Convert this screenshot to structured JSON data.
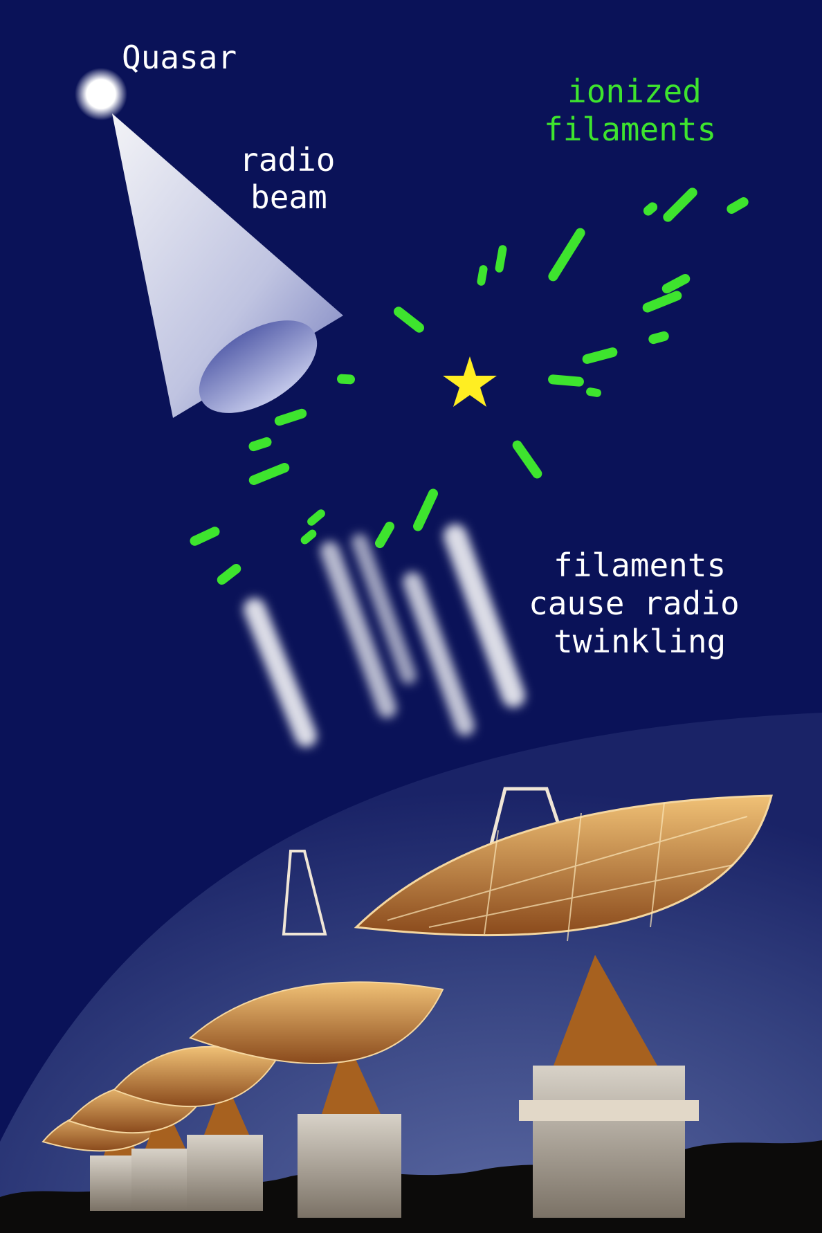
{
  "labels": {
    "quasar": "Quasar",
    "radio_beam_line1": "radio",
    "radio_beam_line2": "beam",
    "ionized_line1": "ionized",
    "ionized_line2": "filaments",
    "twinkle_line1": "filaments",
    "twinkle_line2": "cause radio",
    "twinkle_line3": "twinkling"
  },
  "colors": {
    "sky": "#0a1258",
    "filament": "#3ee42e",
    "star": "#ffee22",
    "text": "#ffffff",
    "dish": "#c9843a"
  },
  "icons": {
    "quasar": "glowing-white-dot",
    "earth_star": "yellow-star-icon",
    "telescopes": "radio-dish-array"
  }
}
